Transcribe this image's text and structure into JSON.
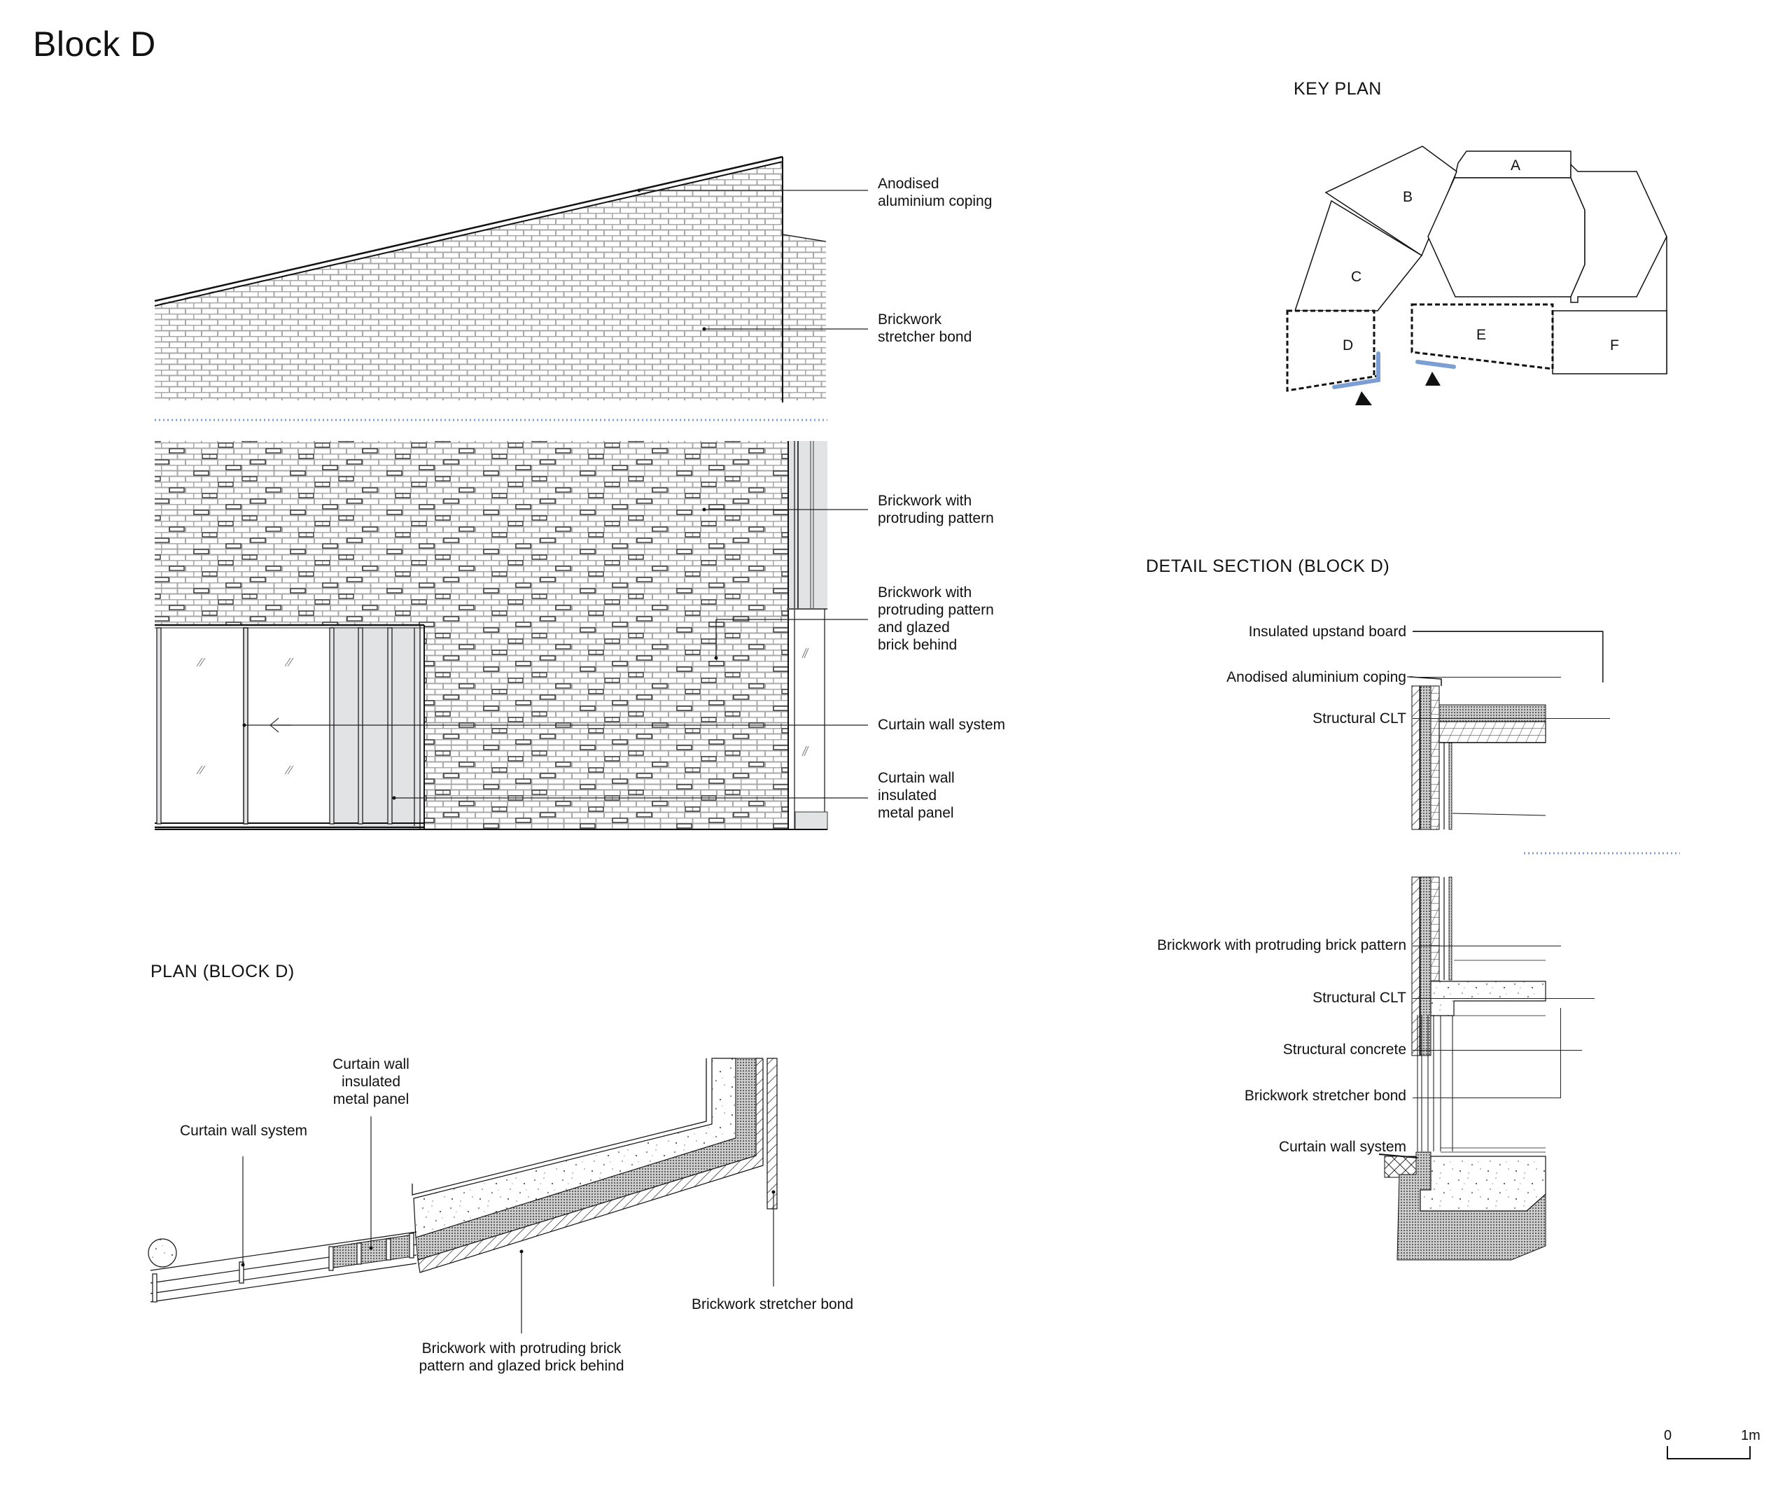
{
  "page": {
    "title": "Block D"
  },
  "elevation": {
    "labels": [
      {
        "text": "Anodised\naluminium coping",
        "lines": [
          "Anodised",
          "aluminium coping"
        ]
      },
      {
        "text": "Brickwork\nstretcher bond",
        "lines": [
          "Brickwork",
          "stretcher bond"
        ]
      },
      {
        "text": "Brickwork with\nprotruding pattern",
        "lines": [
          "Brickwork with",
          "protruding pattern"
        ]
      },
      {
        "text": "Brickwork with\nprotruding pattern\nand glazed\nbrick behind",
        "lines": [
          "Brickwork with",
          "protruding pattern",
          "and glazed",
          "brick behind"
        ]
      },
      {
        "text": "Curtain wall system",
        "lines": [
          "Curtain wall system"
        ]
      },
      {
        "text": "Curtain wall\ninsulated\nmetal panel",
        "lines": [
          "Curtain wall",
          "insulated",
          "metal panel"
        ]
      }
    ]
  },
  "key_plan": {
    "title": "KEY PLAN",
    "blocks": [
      "A",
      "B",
      "C",
      "D",
      "E",
      "F"
    ],
    "highlighted_blocks": [
      "D",
      "E"
    ],
    "highlight_color": "#7b9fd4"
  },
  "detail_section": {
    "title": "DETAIL SECTION (BLOCK D)",
    "labels": [
      "Insulated upstand board",
      "Anodised aluminium coping",
      "Structural CLT",
      "Brickwork with protruding brick pattern",
      "Structural CLT",
      "Structural concrete",
      "Brickwork stretcher bond",
      "Curtain wall system"
    ]
  },
  "plan": {
    "title": "PLAN (BLOCK D)",
    "labels": [
      {
        "lines": [
          "Curtain wall",
          "insulated",
          "metal panel"
        ]
      },
      {
        "lines": [
          "Curtain wall system"
        ]
      },
      {
        "lines": [
          "Brickwork stretcher bond"
        ]
      },
      {
        "lines": [
          "Brickwork with protruding brick",
          "pattern and glazed brick behind"
        ]
      }
    ]
  },
  "scale_bar": {
    "start_label": "0",
    "end_label": "1m"
  },
  "colors": {
    "line": "#111111",
    "brick_line": "#a8a8a8",
    "panel_gray": "#e2e3e5",
    "break_line_blue": "#7b9fd4"
  }
}
